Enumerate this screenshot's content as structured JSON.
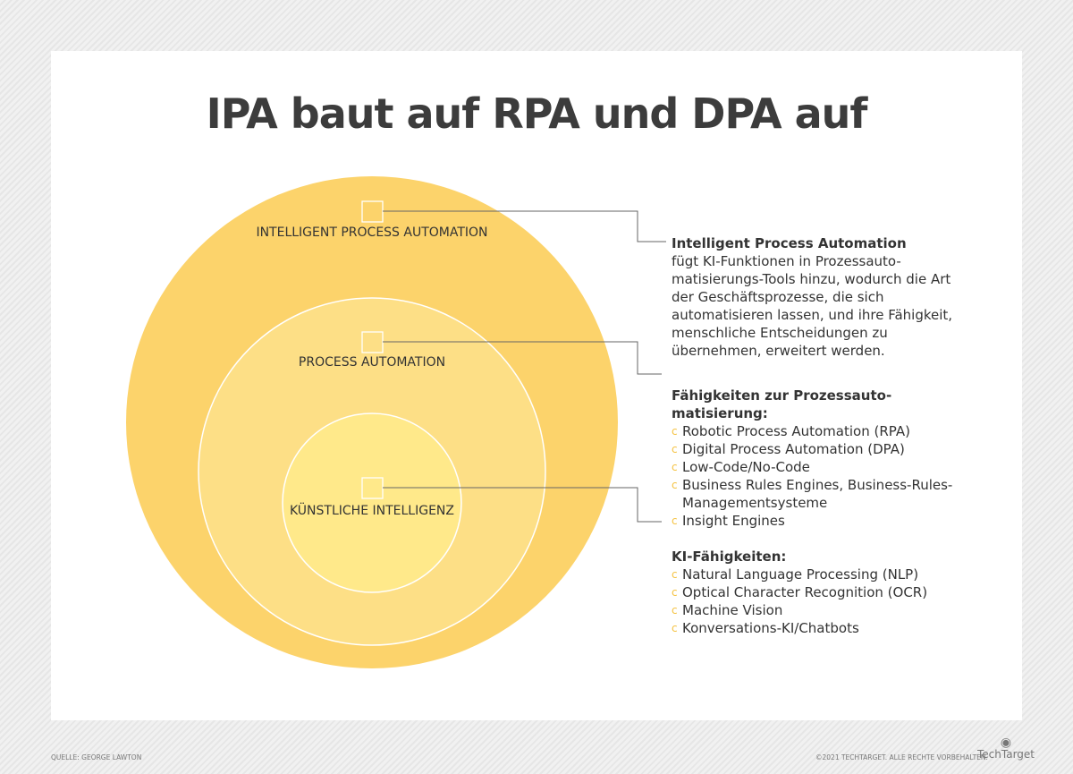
{
  "title": "IPA baut auf RPA und DPA auf",
  "colors": {
    "outer": "#fcd36b",
    "middle": "#fddf86",
    "inner": "#ffe98a",
    "bullet": "#f5c242"
  },
  "circles": {
    "outer": "INTELLIGENT PROCESS AUTOMATION",
    "middle": "PROCESS AUTOMATION",
    "inner": "KÜNSTLICHE INTELLIGENZ"
  },
  "ipa": {
    "heading": "Intelligent Process Automation",
    "body": "fügt KI-Funktionen in Prozessauto-matisierungs-Tools hinzu, wodurch die Art der Geschäftsprozesse, die sich automatisieren lassen, und ihre Fähigkeit, menschliche Entscheidungen zu übernehmen, erweitert werden."
  },
  "pa": {
    "heading": "Fähigkeiten zur Prozessauto-matisierung:",
    "items": [
      "Robotic Process Automation (RPA)",
      "Digital Process Automation (DPA)",
      "Low-Code/No-Code",
      "Business Rules Engines, Business-Rules-Managementsysteme",
      "Insight Engines"
    ]
  },
  "ki": {
    "heading": "KI-Fähigkeiten:",
    "items": [
      "Natural Language Processing (NLP)",
      "Optical Character Recognition (OCR)",
      "Machine Vision",
      "Konversations-KI/Chatbots"
    ]
  },
  "footer": {
    "source": "QUELLE: GEORGE LAWTON",
    "copyright": "©2021 TECHTARGET. ALLE RECHTE VORBEHALTEN.",
    "logo": "TechTarget"
  }
}
